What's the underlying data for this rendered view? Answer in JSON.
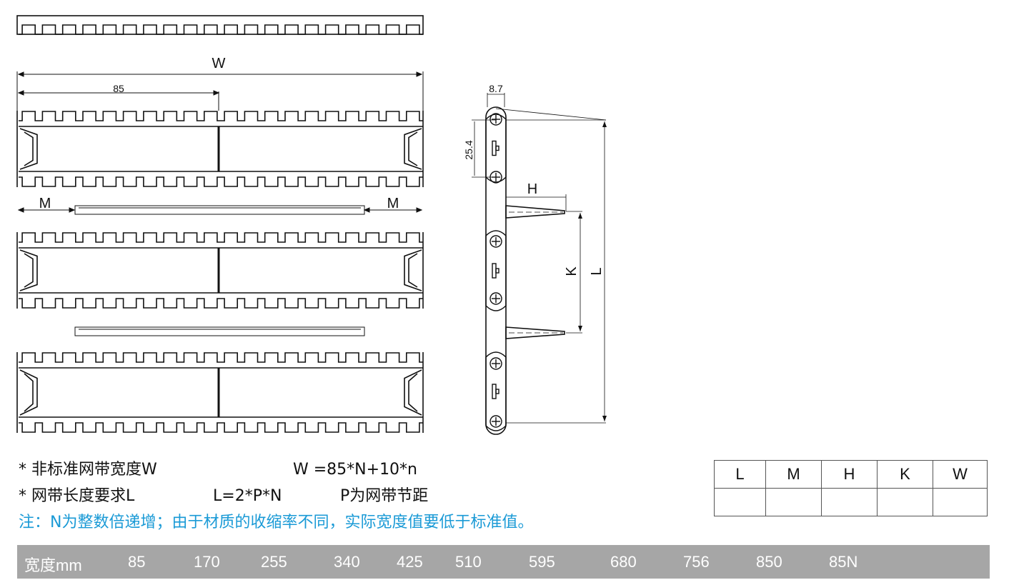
{
  "drawing": {
    "top_label": "W",
    "pitch_label": "85",
    "margin_left_label": "M",
    "margin_right_label": "M",
    "thickness_label": "8.7",
    "pitch_height_label": "25.4",
    "flight_height_label": "H",
    "flight_spacing_label": "K",
    "length_label": "L"
  },
  "notes": {
    "line1_label": "*  非标准网带宽度W",
    "line1_formula": "W =85*N+10*n",
    "line2_label": "*  网带长度要求L",
    "line2_formula": "L=2*P*N",
    "line2_desc": "P为网带节距",
    "line3": "注：N为整数倍递增；由于材质的收缩率不同，实际宽度值要低于标准值。"
  },
  "spec_table": {
    "headers": [
      "L",
      "M",
      "H",
      "K",
      "W"
    ],
    "row": [
      "",
      "",
      "",
      "",
      ""
    ]
  },
  "width_bar": {
    "label": "宽度mm",
    "values": [
      "85",
      "170",
      "255",
      "340",
      "425",
      "510",
      "595",
      "680",
      "756",
      "850",
      "85N"
    ]
  },
  "colors": {
    "note_blue": "#1a9ad6",
    "bar_gray": "#a6a6a6",
    "line": "#111111"
  }
}
